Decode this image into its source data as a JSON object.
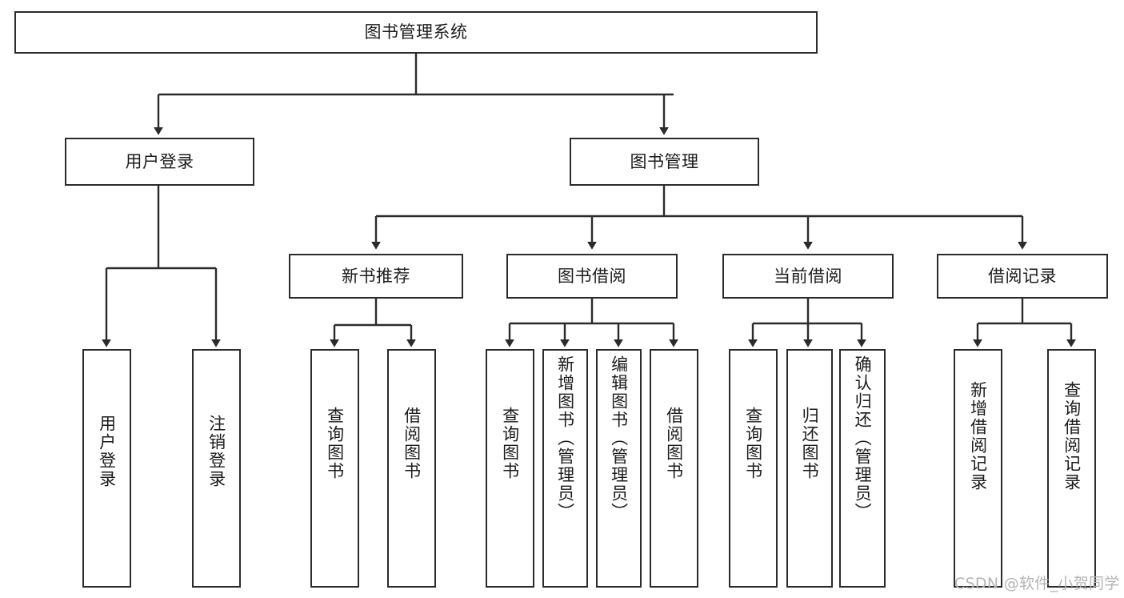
{
  "diagram": {
    "type": "tree-hierarchy",
    "title": "图书管理系统",
    "watermark": "CSDN @软件_小贺同学",
    "colors": {
      "stroke": "#2b2b2b",
      "fill": "#ffffff",
      "text": "#1c1c1c",
      "watermark": "#b4b4b4"
    },
    "nodes": {
      "root": {
        "label": "图书管理系统"
      },
      "level1": [
        {
          "id": "user-login",
          "label": "用户登录"
        },
        {
          "id": "book-manage",
          "label": "图书管理"
        }
      ],
      "level2": [
        {
          "id": "new-book-recommend",
          "label": "新书推荐"
        },
        {
          "id": "book-borrow",
          "label": "图书借阅"
        },
        {
          "id": "current-borrow",
          "label": "当前借阅"
        },
        {
          "id": "borrow-record",
          "label": "借阅记录"
        }
      ],
      "leaves": [
        {
          "id": "leaf-user-login",
          "label": "用户登录",
          "parent": "user-login"
        },
        {
          "id": "leaf-logout",
          "label": "注销登录",
          "parent": "user-login"
        },
        {
          "id": "leaf-query-book-1",
          "label": "查询图书",
          "parent": "new-book-recommend"
        },
        {
          "id": "leaf-borrow-book-1",
          "label": "借阅图书",
          "parent": "new-book-recommend"
        },
        {
          "id": "leaf-query-book-2",
          "label": "查询图书",
          "parent": "book-borrow"
        },
        {
          "id": "leaf-add-book",
          "label": "新增图书（管理员）",
          "parent": "book-borrow"
        },
        {
          "id": "leaf-edit-book",
          "label": "编辑图书（管理员）",
          "parent": "book-borrow"
        },
        {
          "id": "leaf-borrow-book-2",
          "label": "借阅图书",
          "parent": "book-borrow"
        },
        {
          "id": "leaf-query-book-3",
          "label": "查询图书",
          "parent": "current-borrow"
        },
        {
          "id": "leaf-return-book",
          "label": "归还图书",
          "parent": "current-borrow"
        },
        {
          "id": "leaf-confirm-return",
          "label": "确认归还（管理员）",
          "parent": "current-borrow"
        },
        {
          "id": "leaf-add-record",
          "label": "新增借阅记录",
          "parent": "borrow-record"
        },
        {
          "id": "leaf-query-record",
          "label": "查询借阅记录",
          "parent": "borrow-record"
        }
      ]
    }
  }
}
